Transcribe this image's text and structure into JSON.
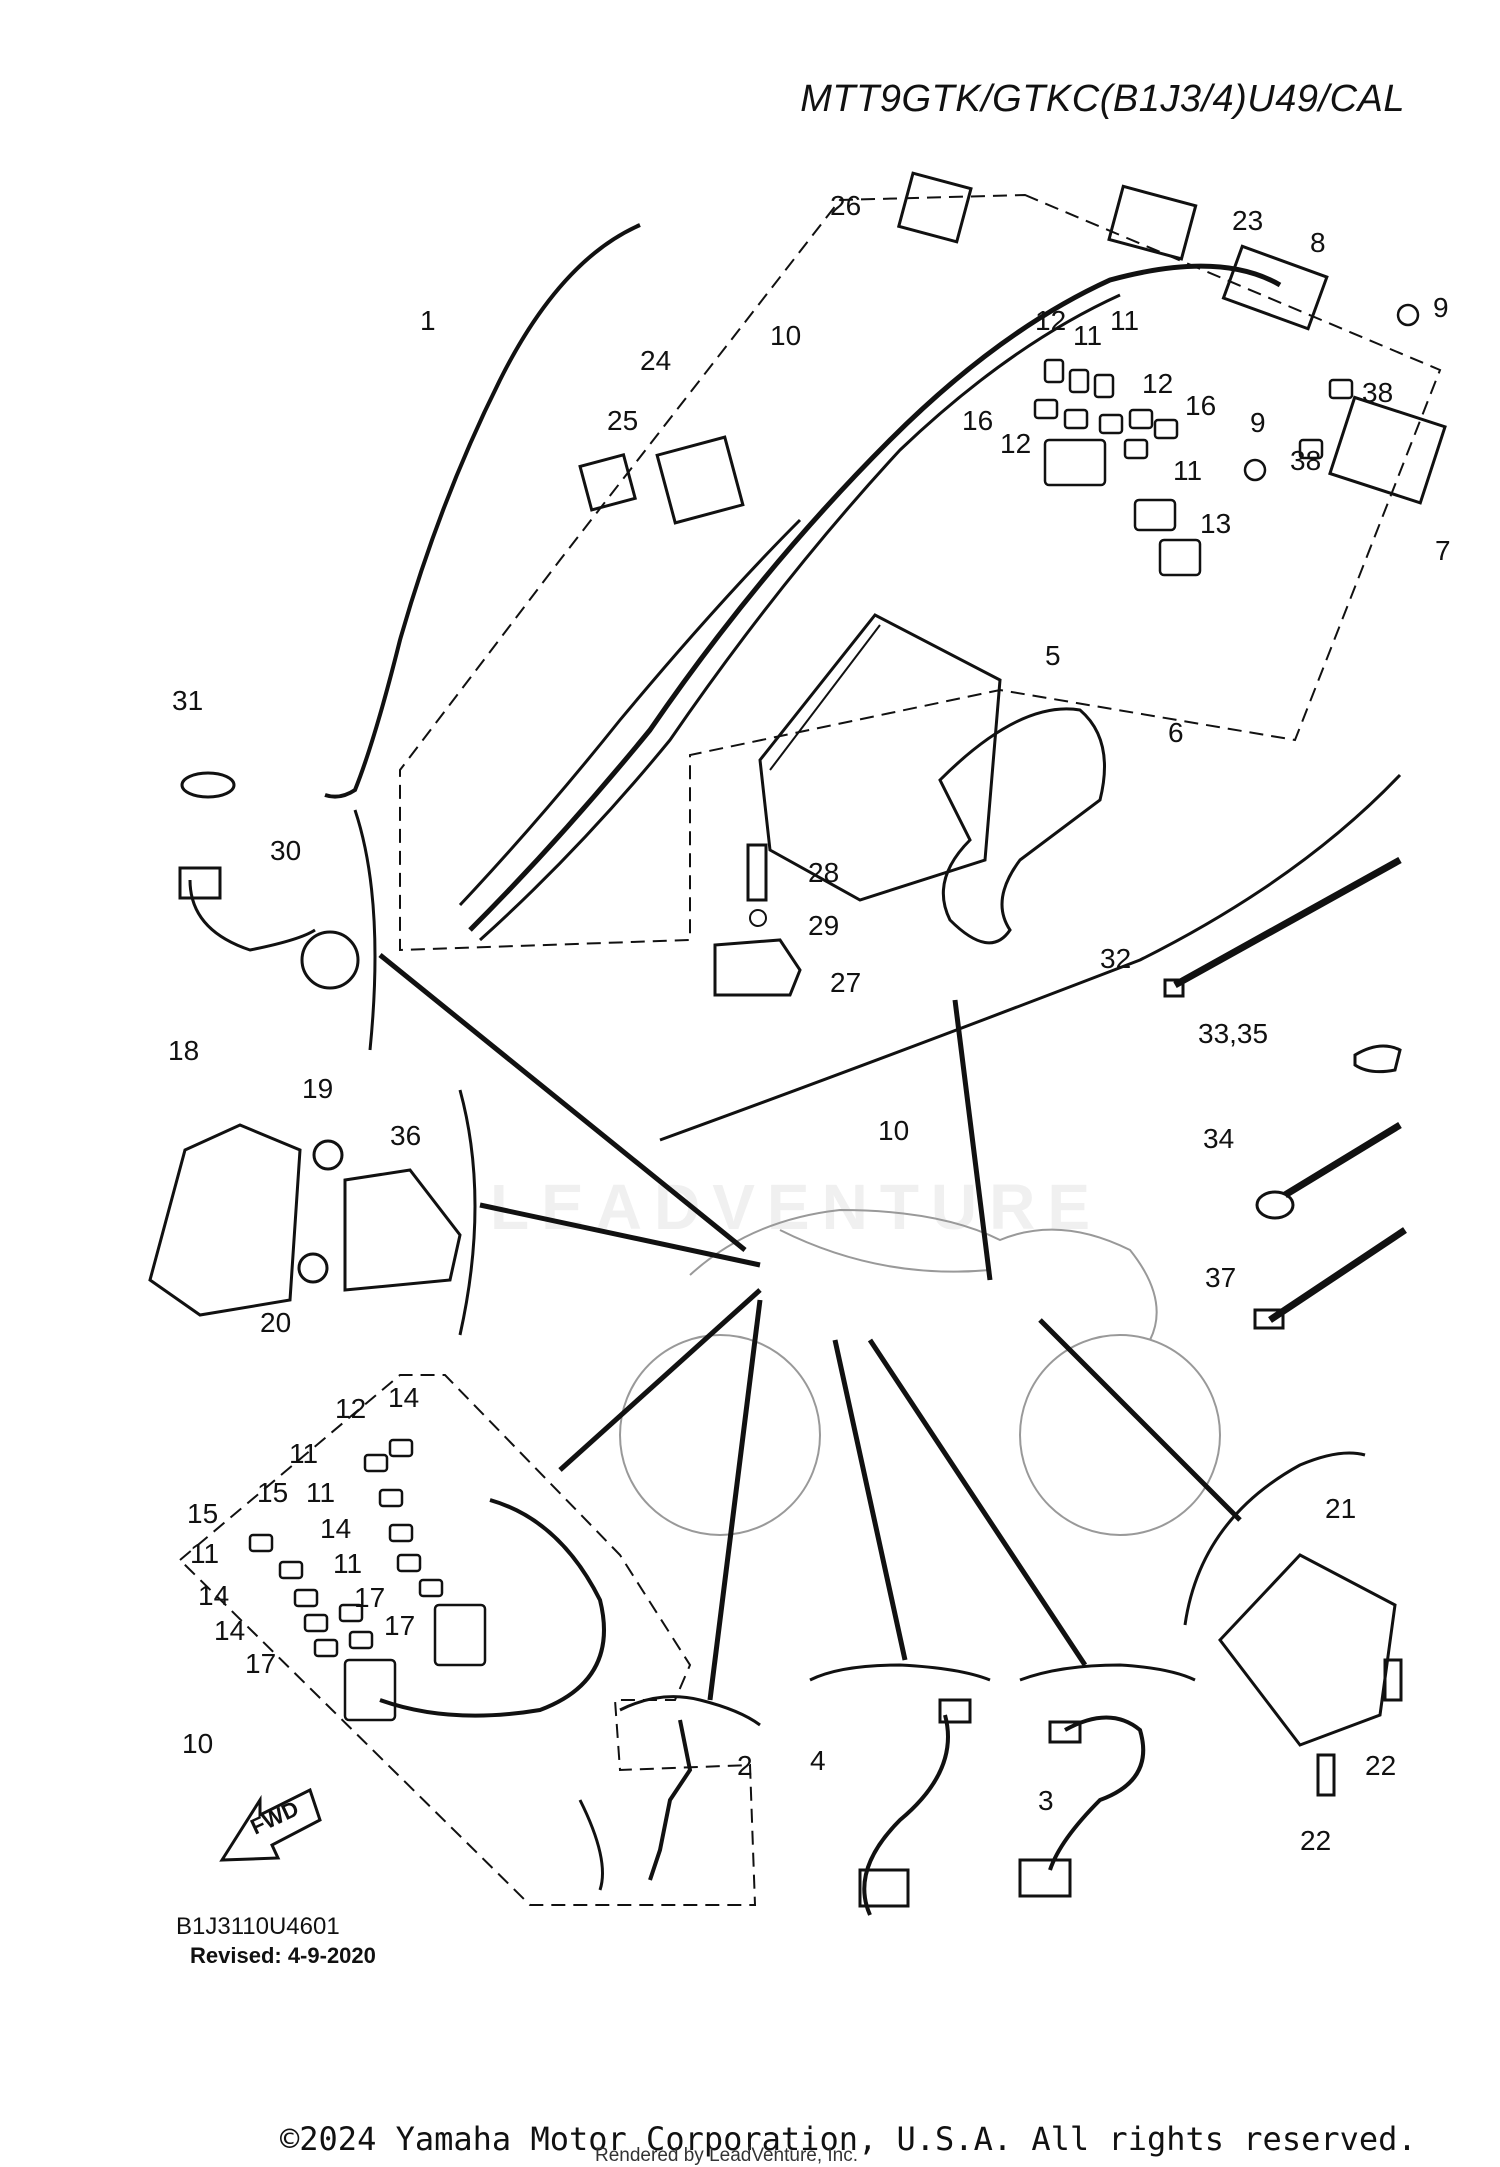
{
  "model_code": "MTT9GTK/GTKC(B1J3/4)U49/CAL",
  "watermark": "LEADVENTURE",
  "fwd_label": "FWD",
  "diagram_code": "B1J3110U4601",
  "revised": "Revised: 4-9-2020",
  "copyright": "©2024 Yamaha Motor Corporation, U.S.A. All rights reserved.",
  "rendered_by": "Rendered by LeadVenture, Inc.",
  "callouts": [
    "1",
    "2",
    "3",
    "4",
    "5",
    "6",
    "7",
    "8",
    "9",
    "10",
    "11",
    "12",
    "13",
    "14",
    "15",
    "16",
    "17",
    "18",
    "19",
    "20",
    "21",
    "22",
    "23",
    "24",
    "25",
    "26",
    "27",
    "28",
    "29",
    "30",
    "31",
    "32",
    "33,35",
    "34",
    "36",
    "37",
    "38"
  ]
}
